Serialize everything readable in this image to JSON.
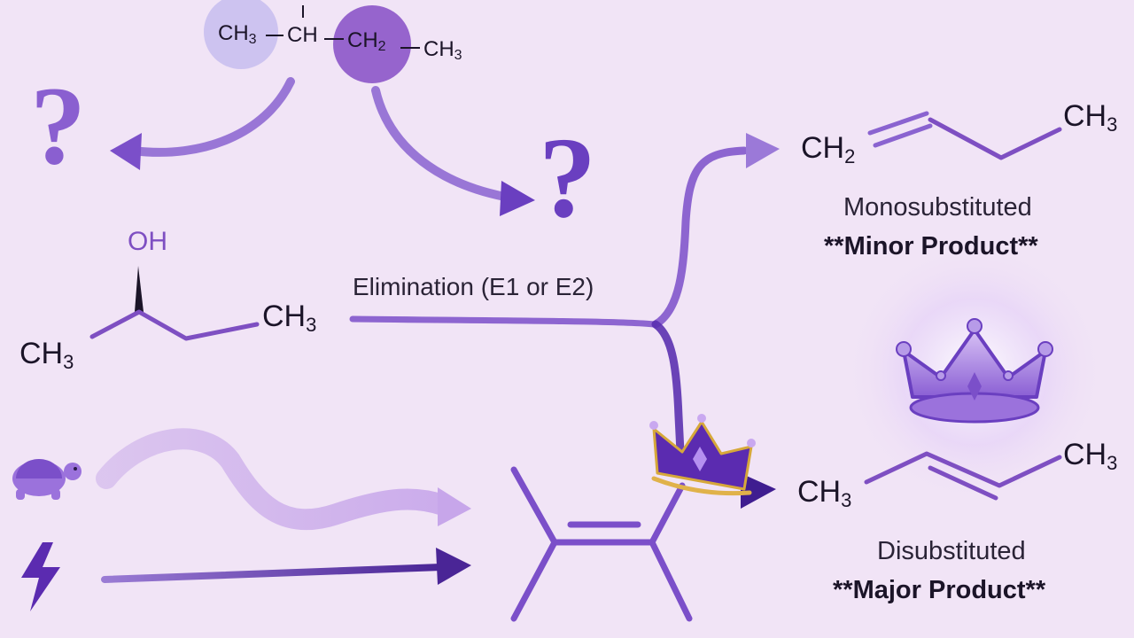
{
  "top_molecule": {
    "g1": "CH",
    "g1_sub": "3",
    "g2": "CH",
    "g3": "CH",
    "g3_sub": "2",
    "g4": "CH",
    "g4_sub": "3"
  },
  "alcohol": {
    "oh": "OH",
    "left": "CH",
    "left_sub": "3",
    "right": "CH",
    "right_sub": "3"
  },
  "reaction_label": "Elimination (E1 or E2)",
  "minor": {
    "left": "CH",
    "left_sub": "2",
    "right": "CH",
    "right_sub": "3",
    "caption": "Monosubstituted",
    "label": "**Minor Product**"
  },
  "major": {
    "left": "CH",
    "left_sub": "3",
    "right": "CH",
    "right_sub": "3",
    "caption": "Disubstituted",
    "label": "**Major Product**"
  },
  "icons": {
    "question_left": "question-mark-icon",
    "question_right": "question-mark-icon",
    "turtle": "turtle-icon",
    "lightning": "lightning-bolt-icon",
    "crown_large": "crown-icon",
    "crown_small": "crown-icon"
  },
  "colors": {
    "background": "#f1e4f6",
    "accent": "#7b4fc9",
    "accent_dark": "#4f2a9e",
    "text": "#1b1428"
  }
}
